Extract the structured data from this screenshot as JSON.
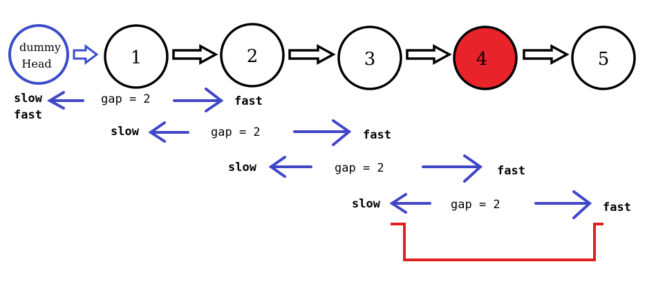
{
  "dummy": {
    "line1": "dummy",
    "line2": "Head",
    "color": "#3b4cc8"
  },
  "nodes": [
    {
      "value": "1",
      "highlighted": false
    },
    {
      "value": "2",
      "highlighted": false
    },
    {
      "value": "3",
      "highlighted": false
    },
    {
      "value": "4",
      "highlighted": true
    },
    {
      "value": "5",
      "highlighted": false
    }
  ],
  "highlight_color": "#e8232a",
  "arrow_color": "#4046c8",
  "bracket_color": "#e02020",
  "steps": [
    {
      "slow": "slow",
      "gap": "gap = 2",
      "fast": "fast",
      "slow2": "fast"
    },
    {
      "slow": "slow",
      "gap": "gap = 2",
      "fast": "fast"
    },
    {
      "slow": "slow",
      "gap": "gap = 2",
      "fast": "fast"
    },
    {
      "slow": "slow",
      "gap": "gap = 2",
      "fast": "fast"
    }
  ]
}
